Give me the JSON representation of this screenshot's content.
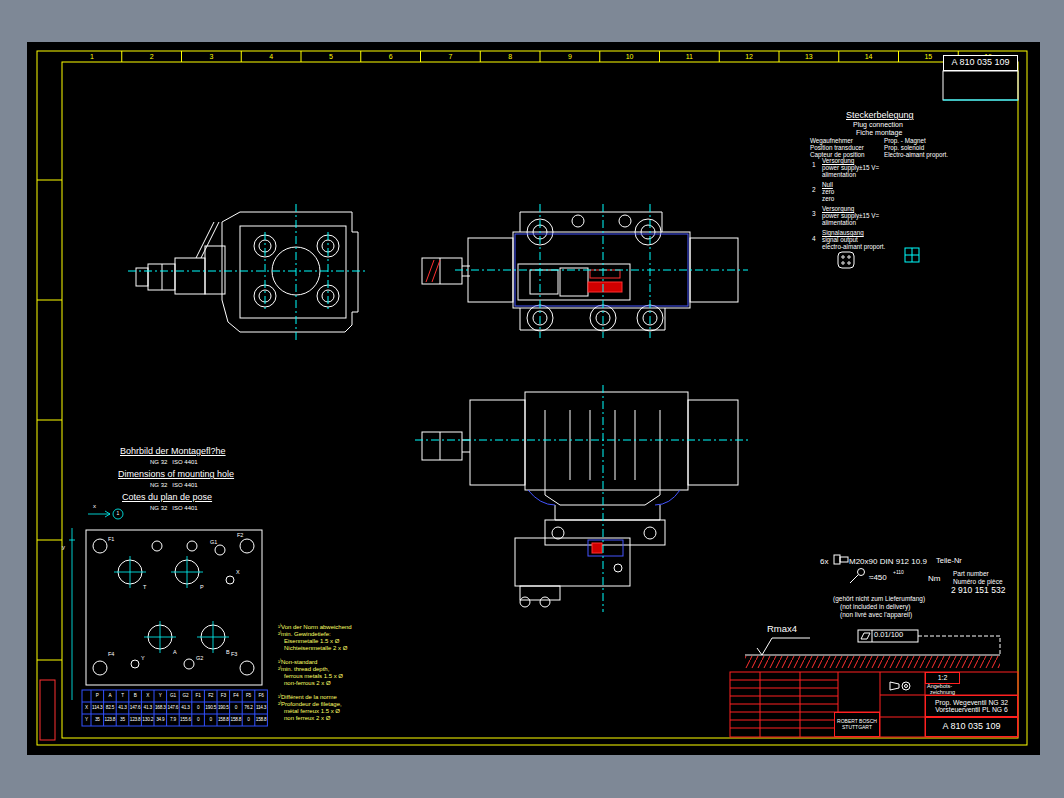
{
  "diagram": {
    "nodes": [
      {
        "text": [
          "A 810 035 109"
        ]
      },
      {
        "text": [
          "1:2"
        ]
      },
      {
        "text": [
          "Prop. Wegeventil NG 32",
          "Vorsteuerventil PL NG 6"
        ]
      },
      {
        "text": [
          "ROBERT BOSCH",
          "STUTTGART"
        ]
      },
      {
        "text": [
          "A 810 035 109"
        ]
      }
    ],
    "labels": [
      "Steckerbelegung",
      "Plug connection",
      "Fiche montage",
      "Wegaufnehmer",
      "Prop. - Magnet",
      "Position transducer",
      "Prop. solenoid",
      "Capteur de position",
      "Electro-aimant proport.",
      "1",
      "Versorgung",
      "power supply±15 V=",
      "alimentation",
      "2",
      "Null",
      "zero",
      "zero",
      "3",
      "Versorgung",
      "power supply±15 V=",
      "alimentation",
      "4",
      "Signalausgang",
      "signal output",
      "electro-aimant proport.",
      "Bohrbild der Montagefl?he",
      "NG 32   ISO 4401",
      "Dimensions of mounting hole",
      "NG 32   ISO 4401",
      "Cotes du plan de pose",
      "NG 32   ISO 4401",
      "x",
      "y",
      "1",
      "F1",
      "F2",
      "G1",
      "T",
      "P",
      "X",
      "A",
      "B",
      "Y",
      "G2",
      "F4",
      "F3",
      "P",
      "A",
      "T",
      "B",
      "X",
      "Y",
      "G1",
      "G2",
      "F1",
      "F2",
      "F3",
      "F4",
      "F5",
      "F6",
      "X",
      "114.3",
      "82.5",
      "41.3",
      "147.6",
      "41.3",
      "168.3",
      "147.6",
      "41.3",
      "0",
      "190.5",
      "190.5",
      "0",
      "76.2",
      "114.3",
      "Y",
      "35",
      "123.8",
      "35",
      "123.8",
      "130.2",
      "34.9",
      "7.9",
      "155.6",
      "0",
      "0",
      "158.8",
      "158.8",
      "0",
      "158.8",
      "¹⁾Von der Norm abweichend",
      "²⁾min. Gewindetiefe:",
      "Eisenmetalle 1.5 x Ø",
      "Nichteisenmetalle 2 x Ø",
      "¹⁾Non-standard",
      "²⁾min. thread depth,",
      "ferrous metals 1.5 x Ø",
      "non-ferrous 2 x Ø",
      "¹⁾Différent de la norme",
      "²⁾Profondeur de filetage,",
      "métal ferreux 1.5 x Ø",
      "non ferreux 2 x Ø",
      "6x",
      "M20x90 DIN 912 10.9",
      "Teile-Nr",
      "≈450",
      "+110",
      "Nm",
      "Part number",
      "Numéro de pièce",
      "2 910 151 532",
      "(gehört nicht zum Lieferumfang)",
      "(not included in delivery)",
      "(non livré avec l'appareil)",
      "Rmax4",
      "0.01/100",
      "Angebots-",
      "zeichnung",
      "1",
      "2",
      "3",
      "4",
      "5",
      "6",
      "7",
      "8",
      "9",
      "10",
      "11",
      "12",
      "13",
      "14",
      "15",
      "16"
    ]
  }
}
